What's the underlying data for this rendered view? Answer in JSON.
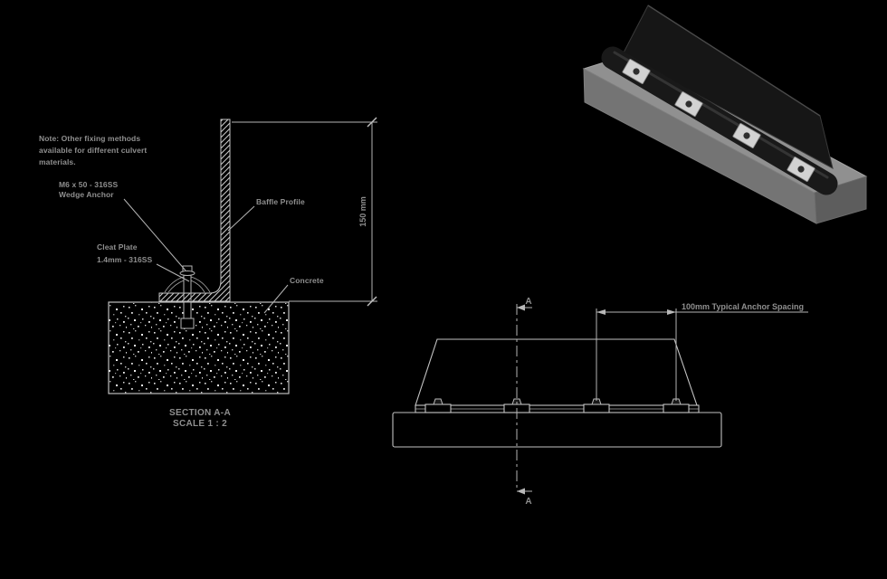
{
  "colors": {
    "background": "#000000",
    "linework": "#b4b4b4",
    "text": "#8f8f8f",
    "hatch": "#cdcdcd",
    "stipple": "#e6e6e6"
  },
  "colors_3d": {
    "block_top": "#909090",
    "block_front": "#747474",
    "block_side": "#5d5d5d",
    "baffle_blade": "#161616",
    "rubber_strip": "#191919",
    "cleat_plate": "#d2d2d2",
    "bolt": "#2f2f2f"
  },
  "section_view": {
    "note_lines": [
      "Note: Other fixing methods",
      "available for different culvert",
      "materials."
    ],
    "label_wedge_anchor_line1": "M6 x 50 - 316SS",
    "label_wedge_anchor_line2": "Wedge Anchor",
    "label_cleat_plate_line1": "Cleat Plate",
    "label_cleat_plate_line2": "1.4mm - 316SS",
    "label_baffle_profile": "Baffle Profile",
    "label_concrete": "Concrete",
    "dim_height": "150 mm",
    "title": "SECTION A-A",
    "scale": "SCALE 1 : 2"
  },
  "elevation_view": {
    "marker_top": "A",
    "marker_bottom": "A",
    "dim_anchor_spacing": "100mm Typical Anchor Spacing"
  }
}
